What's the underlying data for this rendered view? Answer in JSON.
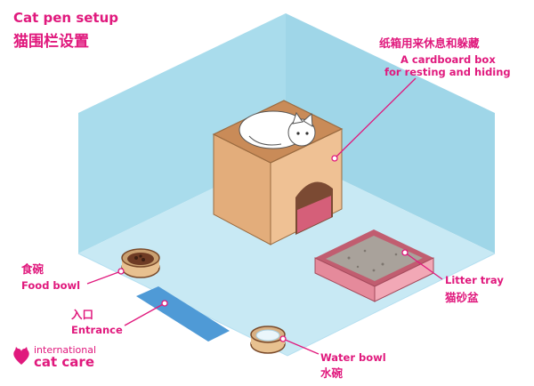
{
  "title": {
    "en": "Cat pen setup",
    "zh": "猫围栏设置"
  },
  "labels": {
    "box": {
      "zh": "纸箱用来休息和躲藏",
      "en1": "A cardboard box",
      "en2": "for resting and hiding"
    },
    "food": {
      "zh": "食碗",
      "en": "Food bowl"
    },
    "entrance": {
      "zh": "入口",
      "en": "Entrance"
    },
    "litter": {
      "en": "Litter tray",
      "zh": "猫砂盆"
    },
    "water": {
      "en": "Water bowl",
      "zh": "水碗"
    }
  },
  "logo": {
    "line1": "international",
    "line2": "cat care"
  },
  "colors": {
    "accent": "#e0197d",
    "wall": "#a9dcec",
    "floor": "#c6e8f3",
    "box": "#e7b27f",
    "litter": "#e58a9b"
  }
}
